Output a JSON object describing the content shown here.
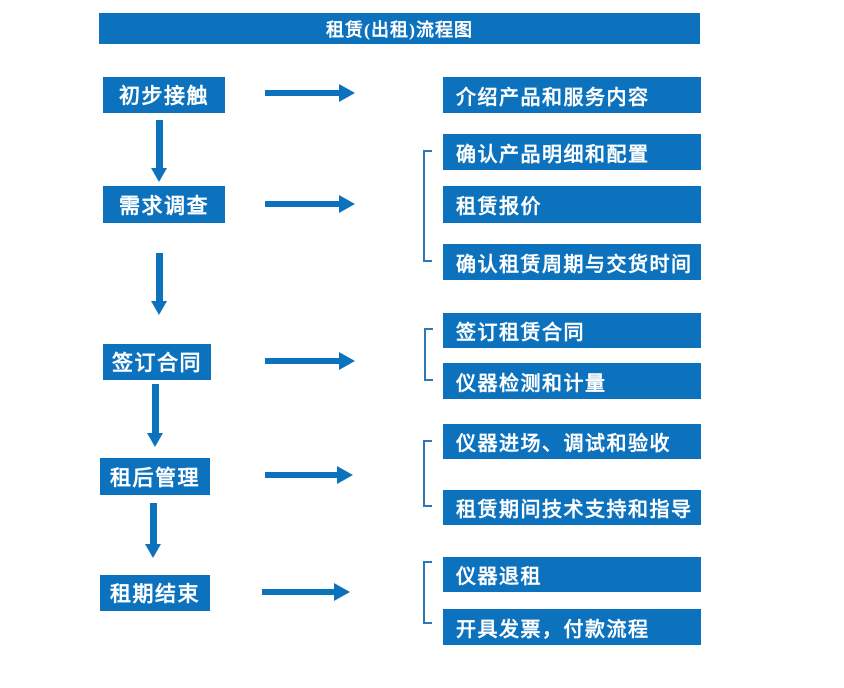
{
  "title": "租赁(出租)流程图",
  "colors": {
    "primary_blue": "#0d72bd",
    "connector_blue": "#2e77b8",
    "text_on_blue": "#ffffff",
    "background": "#ffffff"
  },
  "flow": {
    "stages": [
      {
        "label": "初步接触",
        "outputs": [
          "介绍产品和服务内容"
        ]
      },
      {
        "label": "需求调查",
        "outputs": [
          "确认产品明细和配置",
          "租赁报价",
          "确认租赁周期与交货时间"
        ]
      },
      {
        "label": "签订合同",
        "outputs": [
          "签订租赁合同",
          "仪器检测和计量"
        ]
      },
      {
        "label": "租后管理",
        "outputs": [
          "仪器进场、调试和验收",
          "租赁期间技术支持和指导"
        ]
      },
      {
        "label": "租期结束",
        "outputs": [
          "仪器退租",
          "开具发票，付款流程"
        ]
      }
    ]
  }
}
